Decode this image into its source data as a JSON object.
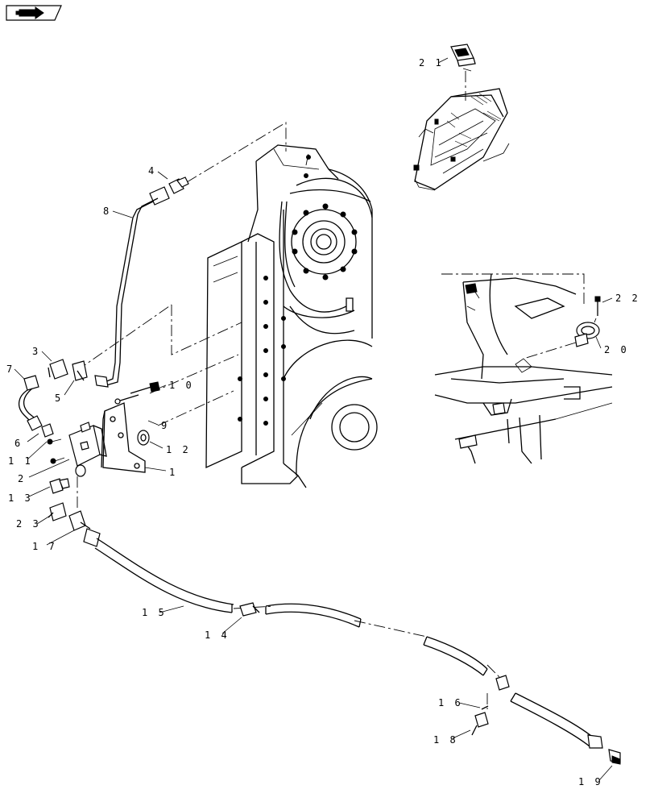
{
  "nav": {
    "icon": "next-page-arrow-icon"
  },
  "callouts": [
    {
      "id": "21",
      "label": "2 1"
    },
    {
      "id": "4",
      "label": "4"
    },
    {
      "id": "8",
      "label": "8"
    },
    {
      "id": "22",
      "label": "2 2"
    },
    {
      "id": "20",
      "label": "2 0"
    },
    {
      "id": "3",
      "label": "3"
    },
    {
      "id": "7",
      "label": "7"
    },
    {
      "id": "5",
      "label": "5"
    },
    {
      "id": "10",
      "label": "1 0"
    },
    {
      "id": "9",
      "label": "9"
    },
    {
      "id": "6",
      "label": "6"
    },
    {
      "id": "11",
      "label": "1 1"
    },
    {
      "id": "12",
      "label": "1 2"
    },
    {
      "id": "2",
      "label": "2"
    },
    {
      "id": "1",
      "label": "1"
    },
    {
      "id": "13",
      "label": "1 3"
    },
    {
      "id": "23",
      "label": "2 3"
    },
    {
      "id": "17",
      "label": "1 7"
    },
    {
      "id": "15",
      "label": "1 5"
    },
    {
      "id": "14",
      "label": "1 4"
    },
    {
      "id": "16",
      "label": "1 6"
    },
    {
      "id": "18",
      "label": "1 8"
    },
    {
      "id": "19",
      "label": "1 9"
    }
  ]
}
